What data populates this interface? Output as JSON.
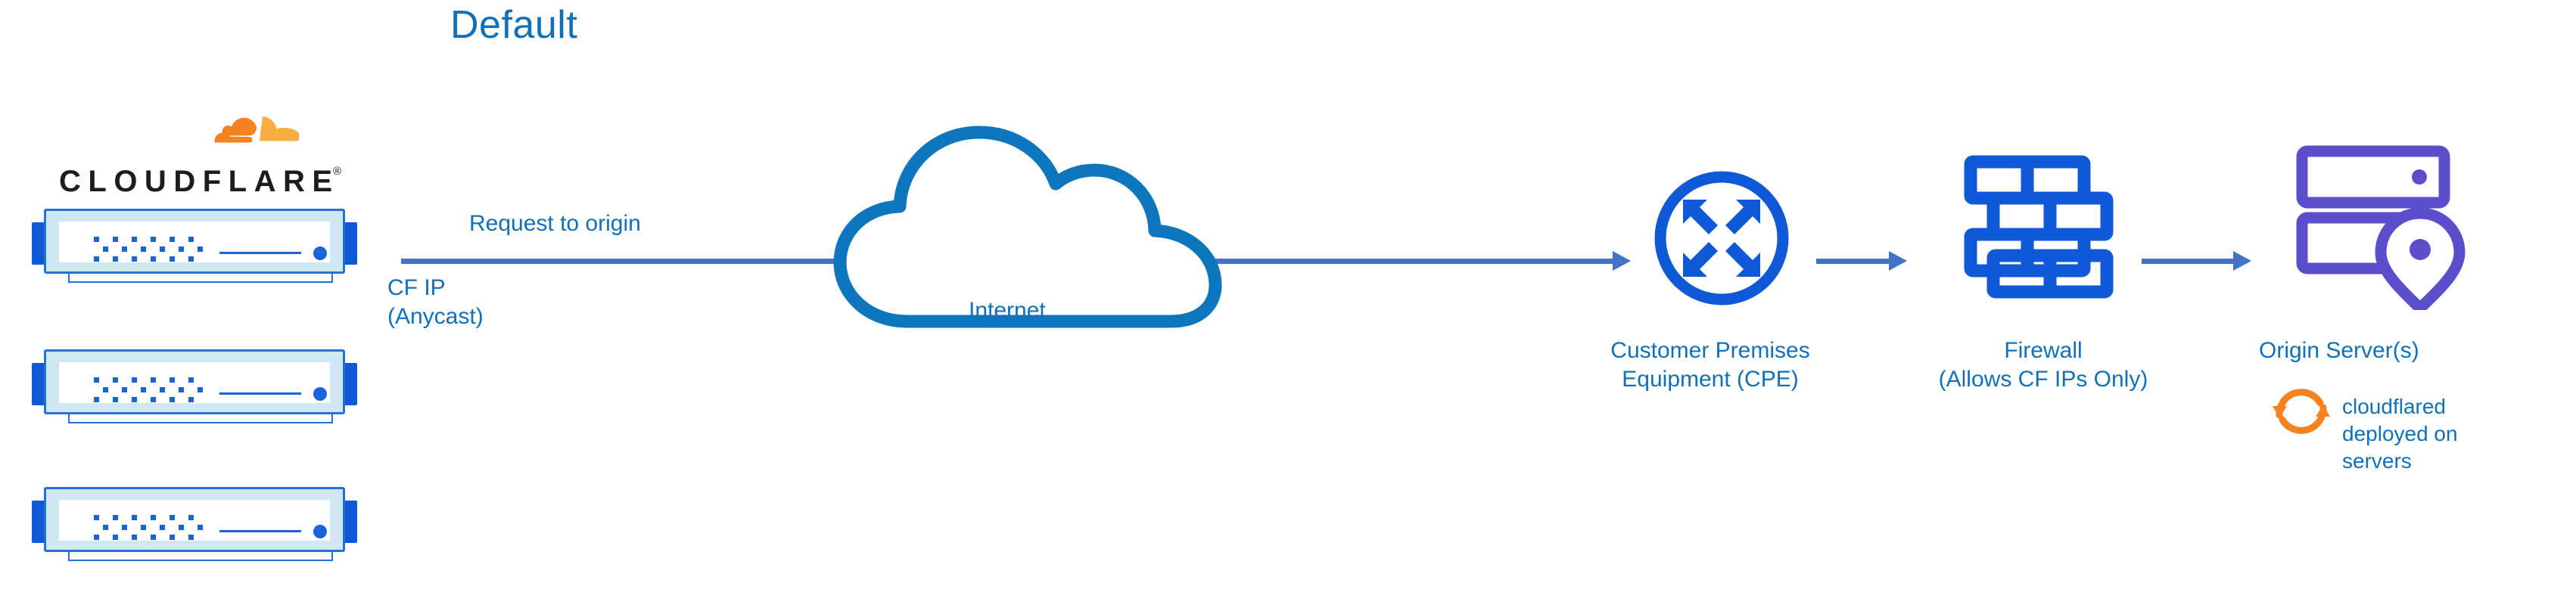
{
  "title": "Default",
  "colors": {
    "text_blue": "#1070B8",
    "icon_blue": "#1059D6",
    "arrow_blue": "#4472C4",
    "origin_purple": "#5B4ECB",
    "cloudflare_orange": "#F6821F",
    "cloudflare_orange_light": "#FBAD41",
    "server_body": "#CFE8F3",
    "wordmark_black": "#1d1d1d"
  },
  "branding": {
    "wordmark": "CLOUDFLARE",
    "registered_mark": "®",
    "logo_icon": "cloudflare-cloud-logo"
  },
  "left_stack": {
    "name": "cloudflare-edge-servers",
    "unit_count": 3,
    "units": [
      {
        "id": "edge-server-1"
      },
      {
        "id": "edge-server-2"
      },
      {
        "id": "edge-server-3"
      }
    ]
  },
  "flow_labels": {
    "request_to_origin": "Request to origin",
    "cf_ip_line1": "CF IP",
    "cf_ip_line2": "(Anycast)"
  },
  "nodes": [
    {
      "id": "internet",
      "icon": "cloud-icon",
      "label": "Internet",
      "label_position": "inside"
    },
    {
      "id": "cpe",
      "icon": "router-icon",
      "label_line1": "Customer Premises",
      "label_line2": "Equipment (CPE)"
    },
    {
      "id": "firewall",
      "icon": "brick-wall-icon",
      "label_line1": "Firewall",
      "label_line2": "(Allows CF IPs Only)"
    },
    {
      "id": "origin",
      "icon": "server-stack-with-location-pin-icon",
      "label_line1": "Origin Server(s)"
    }
  ],
  "annotation": {
    "icon": "sync-arrows-icon",
    "line1": "cloudflared",
    "line2": "deployed on",
    "line3": "servers"
  },
  "arrows": [
    {
      "id": "edge-to-cpe",
      "from": "cloudflare-edge",
      "to": "cpe"
    },
    {
      "id": "cpe-to-firewall",
      "from": "cpe",
      "to": "firewall"
    },
    {
      "id": "firewall-to-origin",
      "from": "firewall",
      "to": "origin"
    }
  ]
}
